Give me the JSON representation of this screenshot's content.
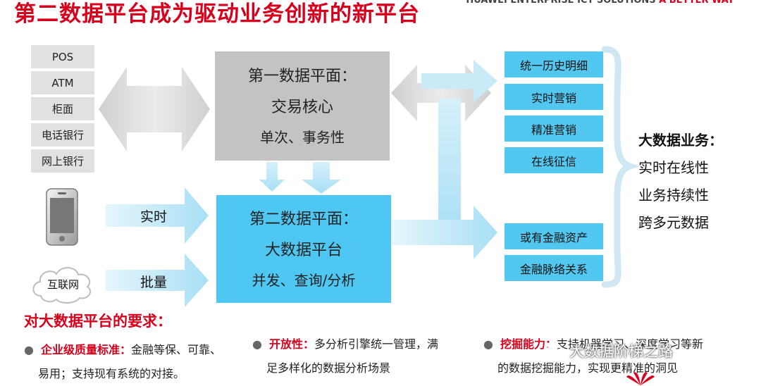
{
  "title": "第二数据平台成为驱动业务创新的新平台",
  "tagline": {
    "text": "HUAWEI ENTERPRISE ICT SOLUTIONS",
    "accent": "A BETTER WAY"
  },
  "channels": [
    "POS",
    "ATM",
    "柜面",
    "电话银行",
    "网上银行"
  ],
  "plane1": {
    "line1": "第一数据平面：",
    "line2": "交易核心",
    "line3": "单次、事务性"
  },
  "plane2": {
    "line1": "第二数据平面：",
    "line2": "大数据平台",
    "line3": "并发、查询/分析"
  },
  "sources": {
    "realtime": "实时",
    "batch": "批量",
    "internet": "互联网"
  },
  "apps_top": [
    "统一历史明细",
    "实时营销",
    "精准营销",
    "在线征信"
  ],
  "apps_bottom": [
    "或有金融资产",
    "金融脉络关系"
  ],
  "bigdata": {
    "heading": "大数据业务：",
    "items": [
      "实时在线性",
      "业务持续性",
      "跨多元数据"
    ]
  },
  "requirements": {
    "title": "对大数据平台的要求：",
    "items": [
      {
        "keyword": "企业级质量标准：",
        "line1": "金融等保、可靠、",
        "line2": "易用；支持现有系统的对接。"
      },
      {
        "keyword": "开放性：",
        "line1": "多分析引擎统一管理，满",
        "line2": "足多样化的数据分析场景"
      },
      {
        "keyword": "挖掘能力：",
        "line1": "支持机器学习、深度学习等新",
        "line2": "的数据挖掘能力，实现更精准的洞见"
      }
    ]
  },
  "watermark": "大数据阶梯之路",
  "colors": {
    "title_red": "#d6001c",
    "plane1_gray": "#c3c3c3",
    "plane2_blue": "#4ec7f2",
    "app_blue": "#52c8f0",
    "arrow_light_blue": "#bfe7f7",
    "arrow_gray": "#d2d2d2"
  }
}
